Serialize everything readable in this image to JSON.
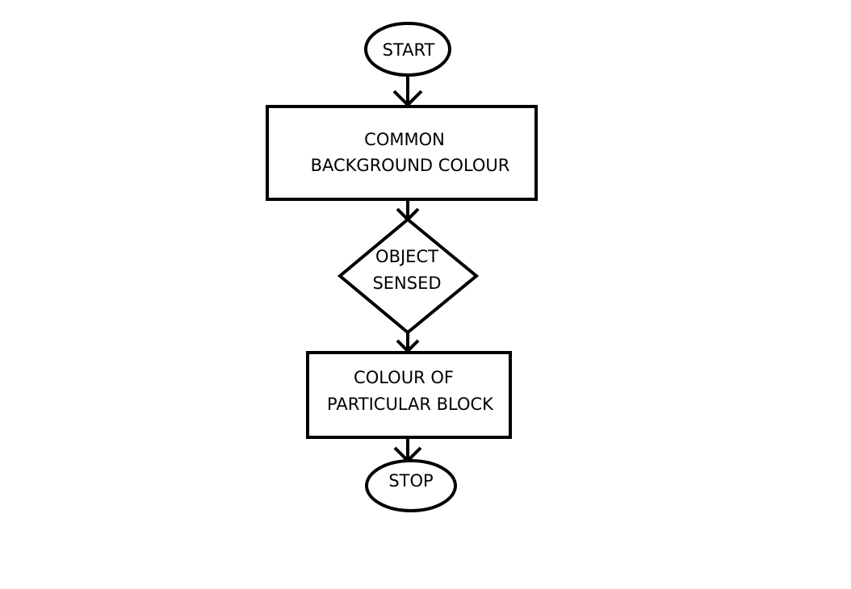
{
  "diagram": {
    "type": "flowchart",
    "stroke_color": "#000000",
    "background_color": "#ffffff",
    "nodes": {
      "start": {
        "shape": "ellipse",
        "label": "START"
      },
      "background": {
        "shape": "rectangle",
        "line1": "COMMON",
        "line2": "BACKGROUND COLOUR"
      },
      "decision": {
        "shape": "diamond",
        "line1": "OBJECT",
        "line2": "SENSED"
      },
      "block": {
        "shape": "rectangle",
        "line1": "COLOUR OF",
        "line2": "PARTICULAR BLOCK"
      },
      "stop": {
        "shape": "ellipse",
        "label": "STOP"
      }
    },
    "edges": [
      {
        "from": "start",
        "to": "background"
      },
      {
        "from": "background",
        "to": "decision"
      },
      {
        "from": "decision",
        "to": "block"
      },
      {
        "from": "block",
        "to": "stop"
      }
    ]
  }
}
